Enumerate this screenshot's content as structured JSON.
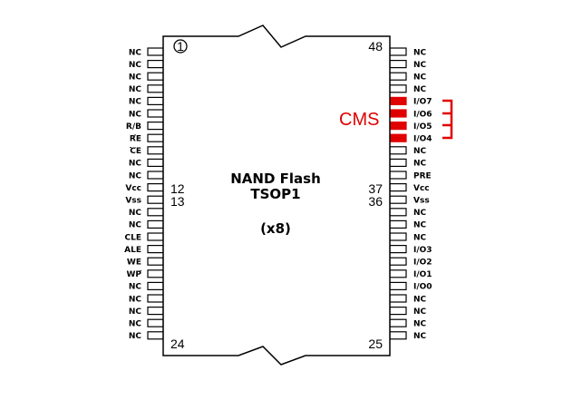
{
  "chip": {
    "title_line1": "NAND Flash",
    "title_line2": "TSOP1",
    "organization": "(x8)",
    "pin1_marker": "1",
    "corner_numbers": {
      "top_left": "1",
      "top_right": "48",
      "bottom_left": "24",
      "bottom_right": "25"
    },
    "mid_numbers": {
      "left_upper": "12",
      "left_lower": "13",
      "right_upper": "37",
      "right_lower": "36"
    }
  },
  "left_pins": [
    "NC",
    "NC",
    "NC",
    "NC",
    "NC",
    "NC",
    "R/B",
    "RE",
    "CE",
    "NC",
    "NC",
    "Vcc",
    "Vss",
    "NC",
    "NC",
    "CLE",
    "ALE",
    "WE",
    "WP",
    "NC",
    "NC",
    "NC",
    "NC",
    "NC"
  ],
  "left_overlined": [
    "RE",
    "CE",
    "WE",
    "WP"
  ],
  "right_pins": [
    "NC",
    "NC",
    "NC",
    "NC",
    "I/O7",
    "I/O6",
    "I/O5",
    "I/O4",
    "NC",
    "NC",
    "PRE",
    "Vcc",
    "Vss",
    "NC",
    "NC",
    "NC",
    "I/O3",
    "I/O2",
    "I/O1",
    "I/O0",
    "NC",
    "NC",
    "NC",
    "NC"
  ],
  "highlight": {
    "label": "CMS",
    "pins": [
      "I/O7",
      "I/O6",
      "I/O5",
      "I/O4"
    ],
    "color": "#e00000"
  }
}
